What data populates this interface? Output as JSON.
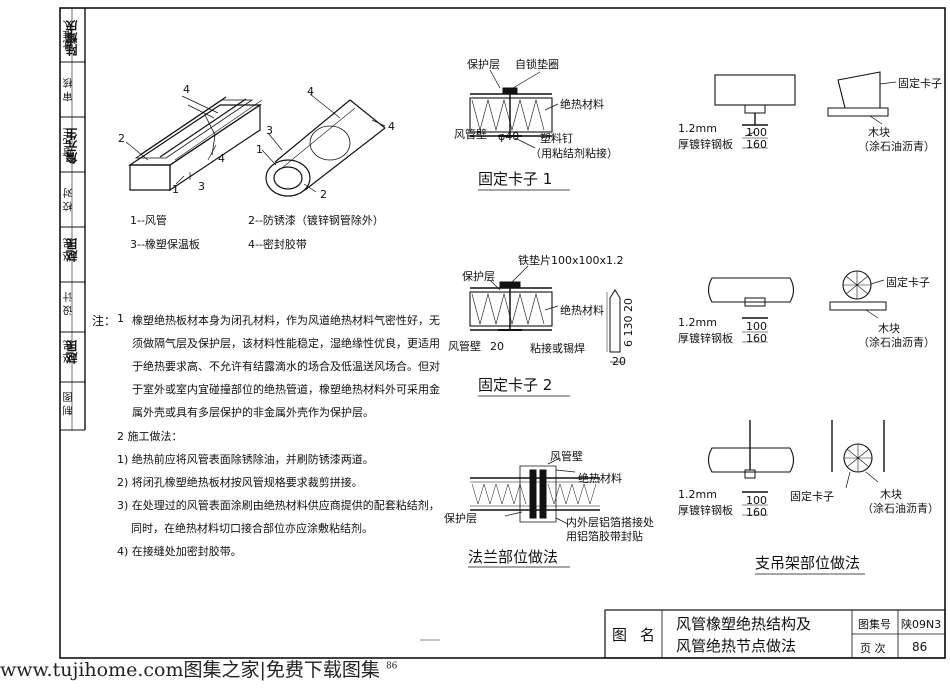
{
  "side_column": {
    "row1_label": "批准人",
    "row1_sig": "陆耀庆",
    "row2_label": "审 核",
    "row3_label": "詹元生",
    "row3_sig": "詹元生",
    "row4_label": "校 对",
    "row5_label": "赵 民",
    "row5_sig": "赵民",
    "row6_label": "设 计",
    "row7_label": "赵 民",
    "row7_sig": "赵民",
    "row8_label": "制 图"
  },
  "legend": {
    "item1": "1--风管",
    "item2": "2--防锈漆（镀锌钢管除外）",
    "item3": "3--橡塑保温板",
    "item4": "4--密封胶带"
  },
  "numbers": {
    "n1": "1",
    "n2": "2",
    "n3": "3",
    "n4": "4"
  },
  "notes": {
    "prefix": "注：",
    "n1_num": "1",
    "n1_l1": "橡塑绝热板材本身为闭孔材料，作为风道绝热材料气密性好，无",
    "n1_l2": "须做隔气层及保护层，该材料性能稳定，湿绝缘性优良，更适用",
    "n1_l3": "于绝热要求高、不允许有结露滴水的场合及低温送风场合。但对",
    "n1_l4": "于室外或室内宜碰撞部位的绝热管道，橡塑绝热材料外可采用金",
    "n1_l5": "属外壳或具有多层保护的非金属外壳作为保护层。",
    "n2_title": "2  施工做法：",
    "s1": "1) 绝热前应将风管表面除锈除油，并刷防锈漆两道。",
    "s2": "2) 将闭孔橡塑绝热板材按风管规格要求裁剪拼接。",
    "s3_l1": "3) 在处理过的风管表面涂刷由绝热材料供应商提供的配套粘结剂，",
    "s3_l2": "同时，在绝热材料切口接合部位亦应涂敷粘结剂。",
    "s4": "4) 在接缝处加密封胶带。"
  },
  "clip1": {
    "protect": "保护层",
    "washer": "自锁垫圈",
    "insul": "绝热材料",
    "duct_wall": "风管壁",
    "dia": "φ40",
    "nail": "塑料钉",
    "glue": "（用粘结剂粘接）",
    "title": "固定卡子 1"
  },
  "clip2": {
    "plate": "铁垫片100x100x1.2",
    "protect": "保护层",
    "insul": "绝热材料",
    "duct_wall": "风管壁",
    "dim20": "20",
    "glue": "粘接或锡焊",
    "dim_v": "6 130 20",
    "dim20b": "20",
    "title": "固定卡子 2"
  },
  "flange": {
    "duct_wall": "风管壁",
    "insul": "绝热材料",
    "protect": "保护层",
    "foil1": "内外层铝箔搭接处",
    "foil2": "用铝箔胶带封贴",
    "title": "法兰部位做法"
  },
  "hanger": {
    "clip": "固定卡子",
    "plate1": "1.2mm",
    "plate2": "厚镀锌钢板",
    "d100": "100",
    "d160": "160",
    "wood": "木块",
    "tar": "（涂石油沥青）",
    "title": "支吊架部位做法"
  },
  "title_block": {
    "tu": "图",
    "ming": "名",
    "title_l1": "风管橡塑绝热结构及",
    "title_l2": "风管绝热节点做法",
    "atlas_label": "图集号",
    "atlas_no": "陕09N3",
    "page_label": "页 次",
    "page_no": "86"
  },
  "footer": {
    "text": "www.tujihome.com图集之家|免费下载图集",
    "num": "86"
  }
}
